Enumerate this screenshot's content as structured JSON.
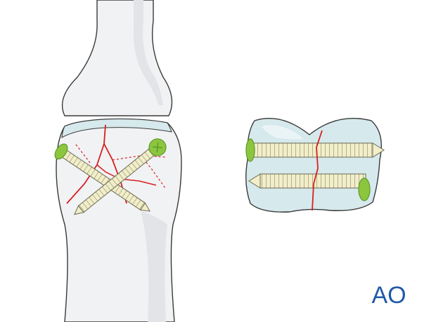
{
  "logo": {
    "text": "AO",
    "color": "#1f5aa6"
  },
  "colors": {
    "bone_fill": "#f1f2f4",
    "bone_stroke": "#3a3a3a",
    "bone_shade": "#e2e4e8",
    "cartilage": "#d6e9ec",
    "fracture": "#d62020",
    "screw_fill": "#f1eec9",
    "screw_stroke": "#6b6a52",
    "screw_head": "#8cc63f",
    "screw_head_dark": "#5f9a2a"
  },
  "views": [
    {
      "name": "dorsal-view",
      "screws": 2
    },
    {
      "name": "axial-view",
      "screws": 2
    }
  ]
}
